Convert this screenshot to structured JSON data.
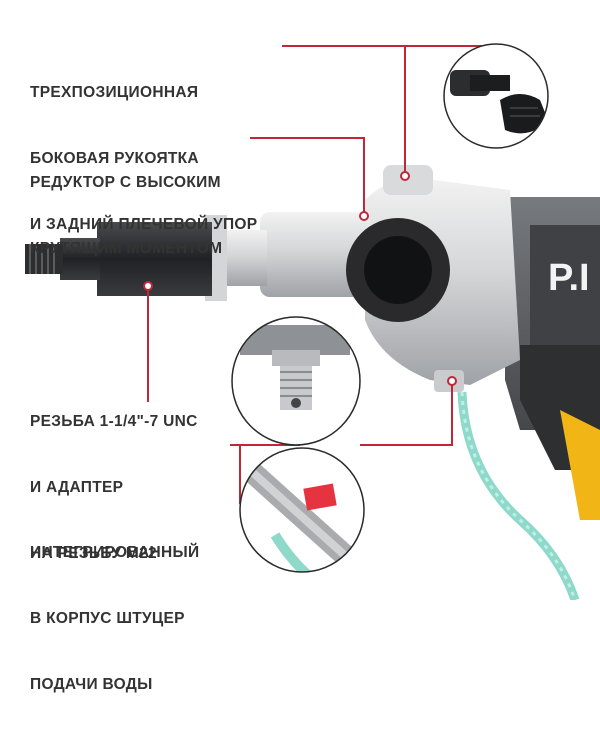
{
  "callouts": [
    {
      "id": "side-handle",
      "lines": [
        "ТРЕХПОЗИЦИОННАЯ",
        "БОКОВАЯ РУКОЯТКА",
        "И ЗАДНИЙ ПЛЕЧЕВОЙ УПОР"
      ]
    },
    {
      "id": "gearbox",
      "lines": [
        "РЕДУКТОР С ВЫСОКИМ",
        "КРУТЯЩИМ МОМЕНТОМ"
      ]
    },
    {
      "id": "thread",
      "lines": [
        "РЕЗЬБА 1-1/4\"-7 UNC",
        "И АДАПТЕР",
        "НА РЕЗЬБУ М22"
      ]
    },
    {
      "id": "water-fitting",
      "lines": [
        "ИНТЕГРИРОВАННЫЙ",
        "В КОРПУС ШТУЦЕР",
        "ПОДАЧИ ВОДЫ"
      ]
    }
  ],
  "brand_fragment": "P.I",
  "colors": {
    "accent": "#c0283a",
    "text": "#333333",
    "hose": "#7fd3c4",
    "trigger": "#f2b516",
    "body": "#5d6064"
  }
}
